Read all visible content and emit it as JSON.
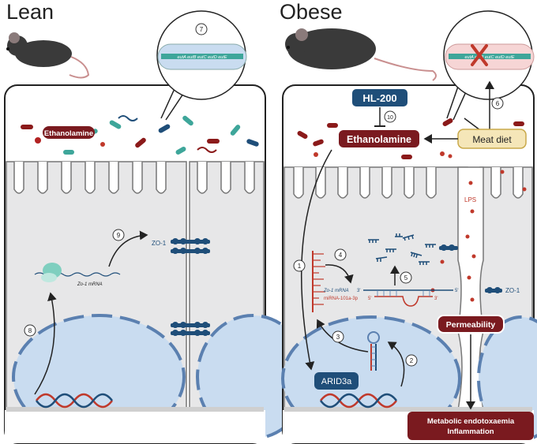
{
  "titles": {
    "lean": "Lean",
    "obese": "Obese"
  },
  "lean": {
    "ethanolamine": "Ethanolamine",
    "zo1": "ZO-1",
    "mrna": "Zo-1 mRNA",
    "steps": {
      "s7": "7",
      "s8": "8",
      "s9": "9"
    },
    "operon": "eutA eutB eutC eutD eutE"
  },
  "obese": {
    "hl200": "HL-200",
    "ethanolamine": "Ethanolamine",
    "meat_diet": "Meat diet",
    "lps": "LPS",
    "zo1": "ZO-1",
    "arid3a": "ARID3a",
    "permeability": "Permeability",
    "outcome_line1": "Metabolic endotoxaemia",
    "outcome_line2": "Inflammation",
    "mrna": "Zo-1 mRNA",
    "mirna": "miRNA-101a-3p",
    "three_prime": "3'",
    "five_prime": "5'",
    "operon": "eutA eutB eutC eutD eutE",
    "steps": {
      "s1": "1",
      "s2": "2",
      "s3": "3",
      "s4": "4",
      "s5": "5",
      "s6": "6",
      "s10": "10"
    }
  },
  "colors": {
    "dark_red": "#7a1a1f",
    "navy": "#1f4e79",
    "cell_gray": "#e7e7e8",
    "nucleus_blue": "#c9dcf0",
    "meat_tan": "#f5e6b8"
  }
}
